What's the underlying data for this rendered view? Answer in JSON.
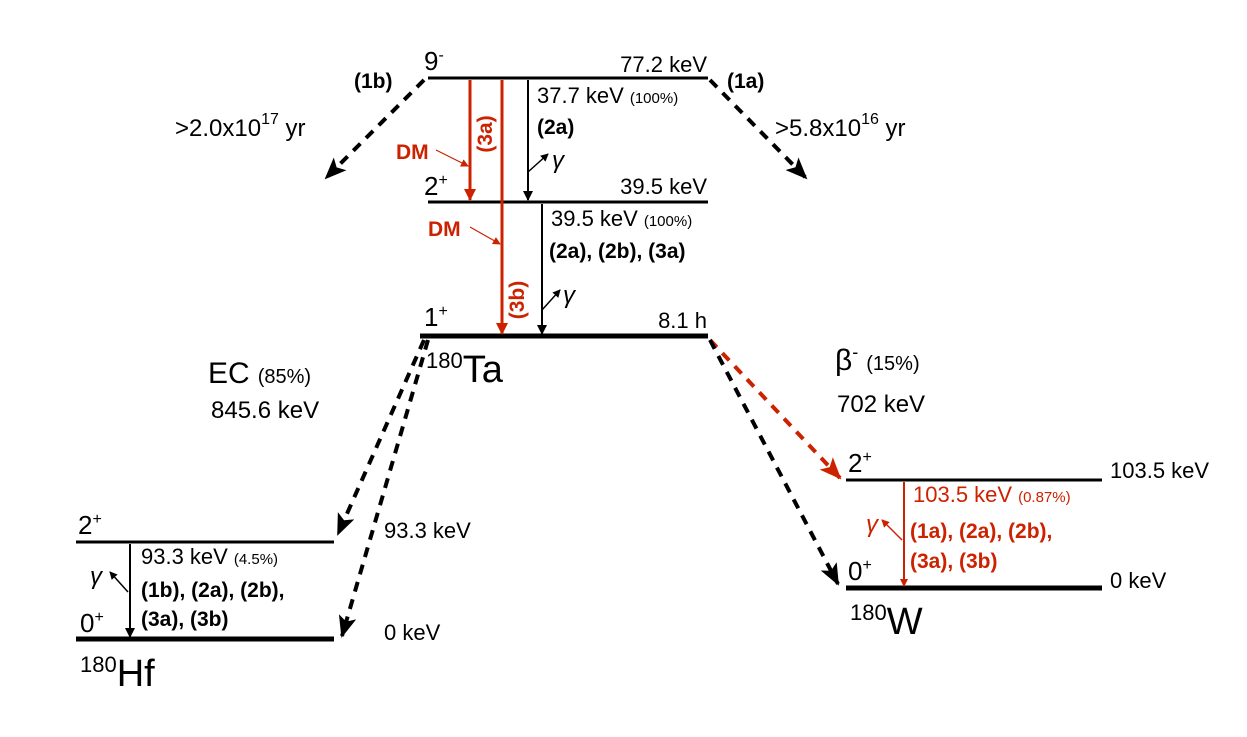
{
  "ta180": {
    "nucleus_mass": "180",
    "nucleus_symbol": "Ta",
    "iso_spin": "9",
    "iso_parity": "-",
    "iso_energy": "77.2 keV",
    "mid_spin": "2",
    "mid_parity": "+",
    "mid_energy": "39.5 keV",
    "gs_spin": "1",
    "gs_parity": "+",
    "gs_halflife": "8.1 h"
  },
  "transitions": {
    "t1_energy": "37.7 keV",
    "t1_intensity": "(100%)",
    "t1_channels": "(2a)",
    "t2_energy": "39.5 keV",
    "t2_intensity": "(100%)",
    "t2_channels": "(2a), (2b), (3a)",
    "gamma": "γ"
  },
  "dm": {
    "label_a": "DM",
    "label_b": "DM",
    "channel_a": "(3a)",
    "channel_b": "(3b)"
  },
  "isomer_decays": {
    "left_channel": "(1b)",
    "left_limit_base": ">2.0x10",
    "left_limit_exp": "17",
    "left_limit_unit": " yr",
    "right_channel": "(1a)",
    "right_limit_base": ">5.8x10",
    "right_limit_exp": "16",
    "right_limit_unit": " yr"
  },
  "ec": {
    "label": "EC",
    "branch": "(85%)",
    "qvalue": "845.6 keV"
  },
  "beta": {
    "symbol": "β",
    "charge": "-",
    "branch": "(15%)",
    "qvalue": "702 keV"
  },
  "hf180": {
    "mass": "180",
    "symbol": "Hf",
    "ex_spin": "2",
    "ex_parity": "+",
    "ex_energy": "93.3 keV",
    "gs_spin": "0",
    "gs_parity": "+",
    "gs_energy": "0 keV",
    "gamma_energy": "93.3 keV",
    "gamma_intensity": "(4.5%)",
    "channels_line1": "(1b), (2a), (2b),",
    "channels_line2": "(3a), (3b)"
  },
  "w180": {
    "mass": "180",
    "symbol": "W",
    "ex_spin": "2",
    "ex_parity": "+",
    "ex_energy": "103.5 keV",
    "gs_spin": "0",
    "gs_parity": "+",
    "gs_energy": "0 keV",
    "gamma_energy": "103.5 keV",
    "gamma_intensity": "(0.87%)",
    "channels_line1": "(1a), (2a), (2b),",
    "channels_line2": "(3a), (3b)"
  },
  "colors": {
    "black": "#000000",
    "red": "#cc2200"
  }
}
